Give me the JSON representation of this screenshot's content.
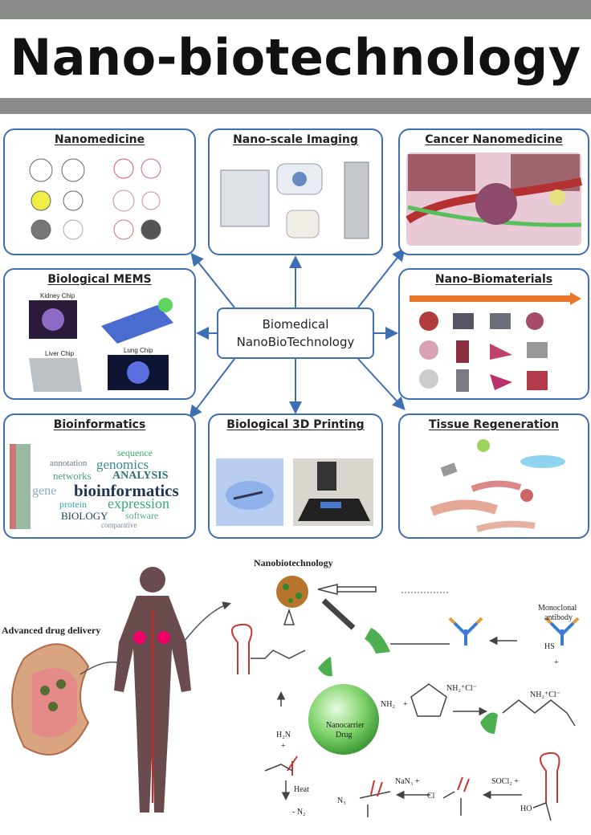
{
  "title": "Nano-biotechnology",
  "center": {
    "line1": "Biomedical",
    "line2": "NanoBioTechnology"
  },
  "panels": [
    {
      "title": "Nanomedicine"
    },
    {
      "title": "Nano-scale Imaging"
    },
    {
      "title": "Cancer Nanomedicine"
    },
    {
      "title": "Biological MEMS",
      "labels": [
        "Kidney Chip",
        "Liver Chip",
        "Lung Chip"
      ]
    },
    {
      "title": "Nano-Biomaterials"
    },
    {
      "title": "Bioinformatics",
      "words": [
        "genomics",
        "ANALYSIS",
        "bioinformatics",
        "expression",
        "networks",
        "sequence",
        "annotation",
        "gene",
        "protein",
        "BIOLOGY",
        "software",
        "comparative"
      ]
    },
    {
      "title": "Biological 3D Printing"
    },
    {
      "title": "Tissue Regeneration"
    }
  ],
  "bottom": {
    "nanobiotech_label": "Nanobiotechnology",
    "drug_delivery_label": "Advanced drug delivery",
    "antibody_label_1": "Monoclonal",
    "antibody_label_2": "antibody",
    "carrier_1": "Nanocarrier",
    "carrier_2": "Drug",
    "heat": "Heat",
    "n2": "- N₂",
    "nan3": "NaN₃ +",
    "socl2": "SOCl₂ +",
    "nh2cl": "NH₂⁺Cl⁻",
    "nh2": "NH₂",
    "h2n": "H₂N",
    "hs": "HS",
    "ho": "HO",
    "cl": "Cl",
    "n3": "N₃",
    "plus": "+"
  }
}
